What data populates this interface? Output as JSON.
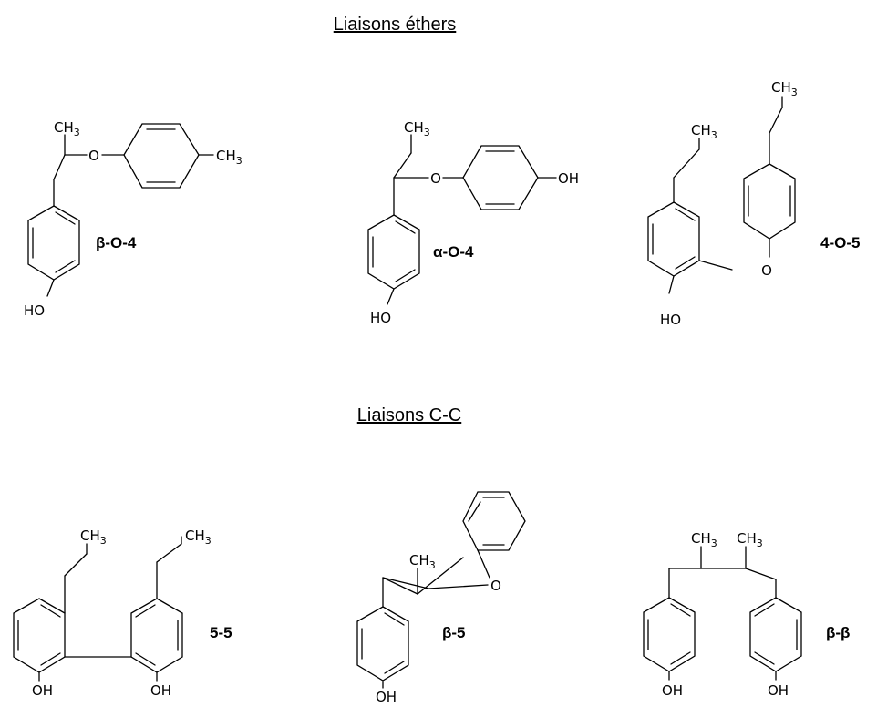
{
  "headings": {
    "ethers": "Liaisons éthers",
    "cc": "Liaisons C-C"
  },
  "bond_labels": {
    "b_o_4": "β-O-4",
    "a_o_4": "α-O-4",
    "o4_5": "4-O-5",
    "five_five": "5-5",
    "b_5": "β-5",
    "b_b": "β-β"
  },
  "atoms": {
    "ch3": "CH",
    "three": "3",
    "o": "O",
    "oh": "OH",
    "ho": "HO"
  }
}
